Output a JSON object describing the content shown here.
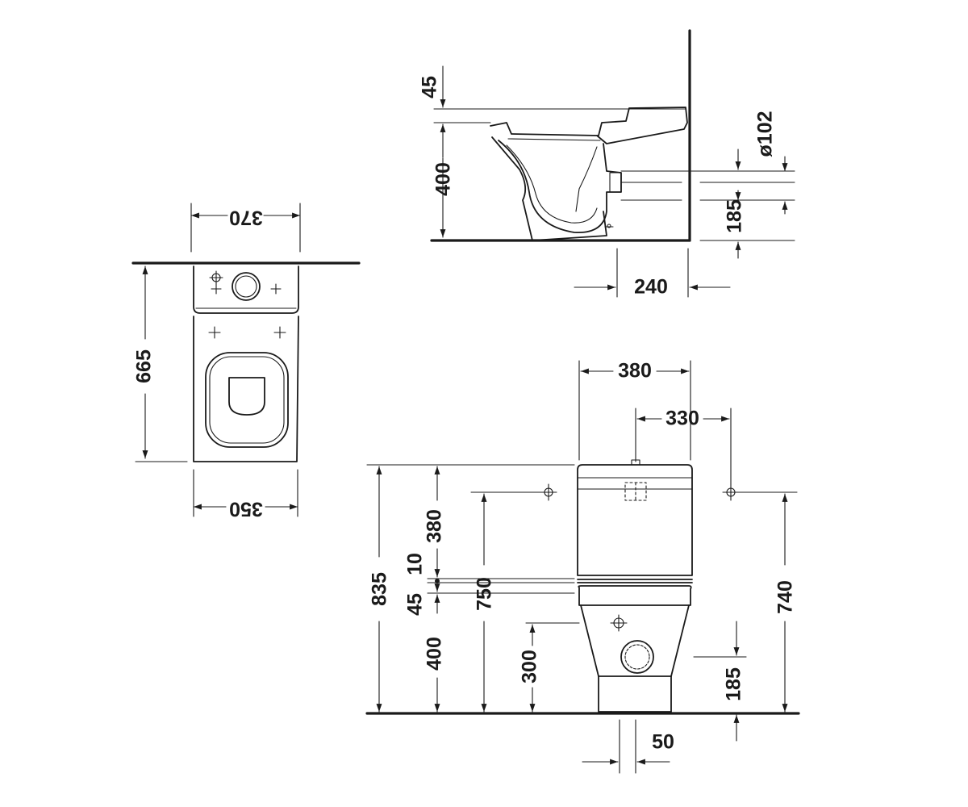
{
  "top_view": {
    "dims": {
      "width_top": "370",
      "length": "665",
      "width_bottom": "350"
    }
  },
  "side_view": {
    "dims": {
      "seat_gap": "45",
      "seat_height": "400",
      "outlet_diameter": "ø102",
      "outlet_height": "185",
      "outlet_depth": "240"
    }
  },
  "front_view": {
    "dims": {
      "width_overall": "380",
      "fixing_spacing": "330",
      "overall_height": "835",
      "cistern_height": "380",
      "joint_gap": "10",
      "seat_rim": "45",
      "pan_height": "400",
      "fixing_height": "750",
      "inlet_height": "300",
      "outlet_height": "185",
      "wall_fixing_height": "740",
      "base_offset": "50"
    }
  }
}
